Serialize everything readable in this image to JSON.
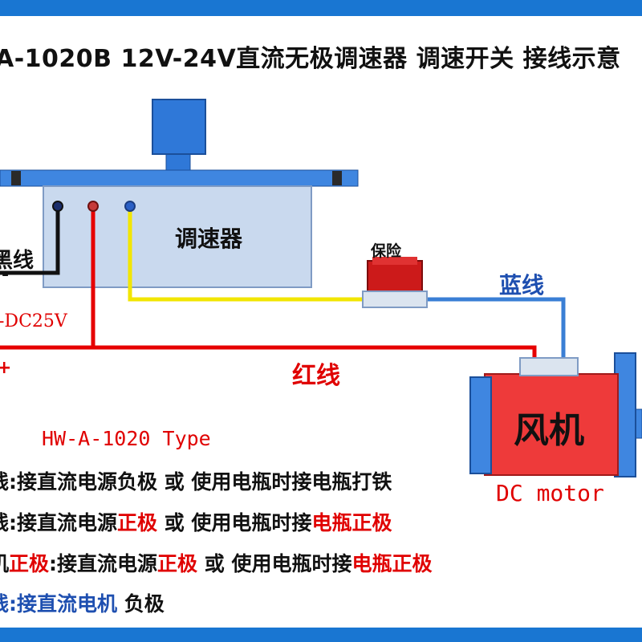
{
  "title": "A-1020B 12V-24V直流无极调速器 调速开关 接线示意",
  "controller_label": "调速器",
  "fuse_label": "保险",
  "blue_wire_label": "蓝线",
  "red_wire_label": "红线",
  "black_wire_label": "黑线",
  "minus_sign": "-",
  "voltage_label": "-DC25V",
  "plus_sign": "+",
  "fan_label": "风机",
  "motor_label": "DC motor",
  "type_label": "HW-A-1020 Type",
  "notes": [
    {
      "p1": "线:接直流电源负极 或 使用电瓶时接电瓶打铁"
    },
    {
      "p1": "线:接直流电源",
      "h1": "正极",
      "p2": " 或 使用电瓶时接",
      "h2": "电瓶正极"
    },
    {
      "p0": "机",
      "h0": "正极",
      "p1": ":接直流电源",
      "h1": "正极",
      "p2": " 或 使用电瓶时接",
      "h2": "电瓶正极"
    },
    {
      "b1": "线:接直流电机",
      "p2": " 负极"
    }
  ],
  "colors": {
    "frame_blue": "#1976d2",
    "controller_body": "#c9d9ee",
    "knob_blue": "#2f78d8",
    "fan_body": "#ee3a3a",
    "wire_red": "#e60000",
    "wire_yellow": "#f2e600",
    "wire_blue": "#3a7fd5",
    "wire_black": "#111111",
    "fuse_red": "#cc1a1a"
  },
  "icons": {
    "controller": "speed-controller-box",
    "fuse": "fuse-holder",
    "fan": "dc-motor-fan"
  }
}
